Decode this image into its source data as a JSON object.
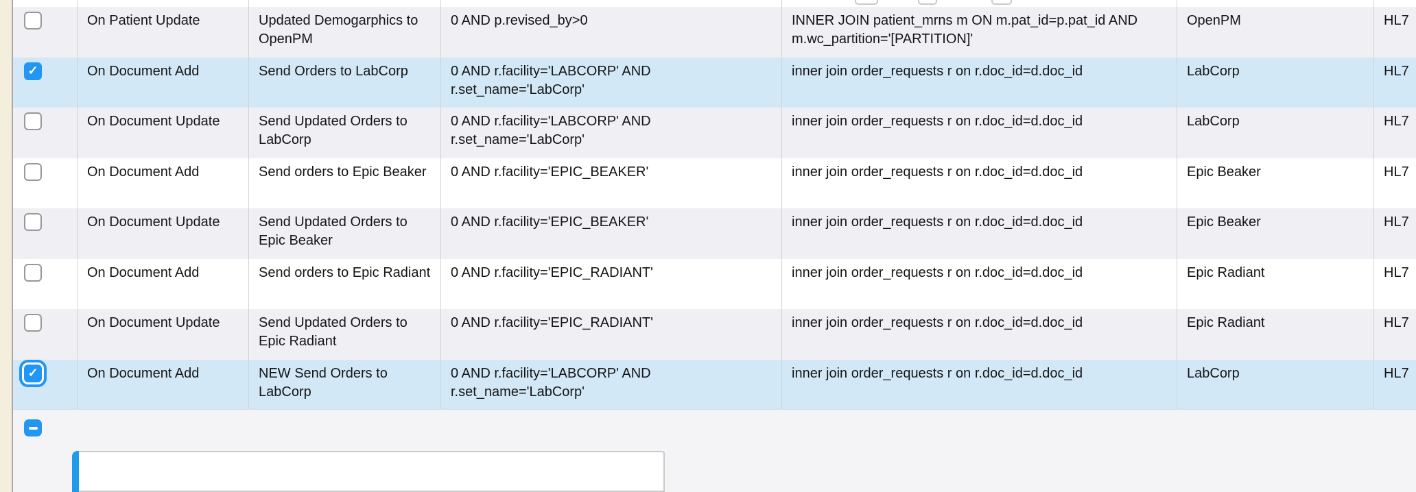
{
  "colors": {
    "page_background": "#f4eedc",
    "panel_background": "#f4f4f6",
    "row_stripe": "#efeff4",
    "row_white": "#ffffff",
    "row_selected": "#d2e8f7",
    "accent_blue": "#2196f3",
    "box_accent_blue": "#1e9be9",
    "table_border": "#d2d2d6",
    "text": "#151515"
  },
  "icons": {
    "check": "✓",
    "remove": "minus-icon"
  },
  "table": {
    "columns": [
      "checkbox",
      "event",
      "description",
      "condition",
      "join",
      "facility",
      "type"
    ],
    "rows": [
      {
        "checked": false,
        "focused": false,
        "event": "On Patient Update",
        "description": "Updated Demogarphics to OpenPM",
        "condition": "0 AND p.revised_by>0",
        "join": "INNER JOIN patient_mrns m ON m.pat_id=p.pat_id AND m.wc_partition='[PARTITION]'",
        "facility": "OpenPM",
        "type": "HL7"
      },
      {
        "checked": true,
        "focused": false,
        "event": "On Document Add",
        "description": "Send Orders to LabCorp",
        "condition": "0 AND r.facility='LABCORP' AND r.set_name='LabCorp'",
        "join": "inner join order_requests r on r.doc_id=d.doc_id",
        "facility": "LabCorp",
        "type": "HL7"
      },
      {
        "checked": false,
        "focused": false,
        "event": "On Document Update",
        "description": "Send Updated Orders to LabCorp",
        "condition": "0 AND r.facility='LABCORP' AND r.set_name='LabCorp'",
        "join": "inner join order_requests r on r.doc_id=d.doc_id",
        "facility": "LabCorp",
        "type": "HL7"
      },
      {
        "checked": false,
        "focused": false,
        "event": "On Document Add",
        "description": "Send orders to Epic Beaker",
        "condition": "0 AND r.facility='EPIC_BEAKER'",
        "join": "inner join order_requests r on r.doc_id=d.doc_id",
        "facility": "Epic Beaker",
        "type": "HL7"
      },
      {
        "checked": false,
        "focused": false,
        "event": "On Document Update",
        "description": "Send Updated Orders to Epic Beaker",
        "condition": "0 AND r.facility='EPIC_BEAKER'",
        "join": "inner join order_requests r on r.doc_id=d.doc_id",
        "facility": "Epic Beaker",
        "type": "HL7"
      },
      {
        "checked": false,
        "focused": false,
        "event": "On Document Add",
        "description": "Send orders to Epic Radiant",
        "condition": "0 AND r.facility='EPIC_RADIANT'",
        "join": "inner join order_requests r on r.doc_id=d.doc_id",
        "facility": "Epic Radiant",
        "type": "HL7"
      },
      {
        "checked": false,
        "focused": false,
        "event": "On Document Update",
        "description": "Send Updated Orders to Epic Radiant",
        "condition": "0 AND r.facility='EPIC_RADIANT'",
        "join": "inner join order_requests r on r.doc_id=d.doc_id",
        "facility": "Epic Radiant",
        "type": "HL7"
      },
      {
        "checked": true,
        "focused": true,
        "event": "On Document Add",
        "description": "NEW Send Orders to LabCorp",
        "condition": "0 AND r.facility='LABCORP' AND r.set_name='LabCorp'",
        "join": "inner join order_requests r on r.doc_id=d.doc_id",
        "facility": "LabCorp",
        "type": "HL7"
      }
    ]
  },
  "controls": {
    "remove_button": {
      "icon": "minus"
    },
    "detail_input": {
      "value": ""
    }
  }
}
